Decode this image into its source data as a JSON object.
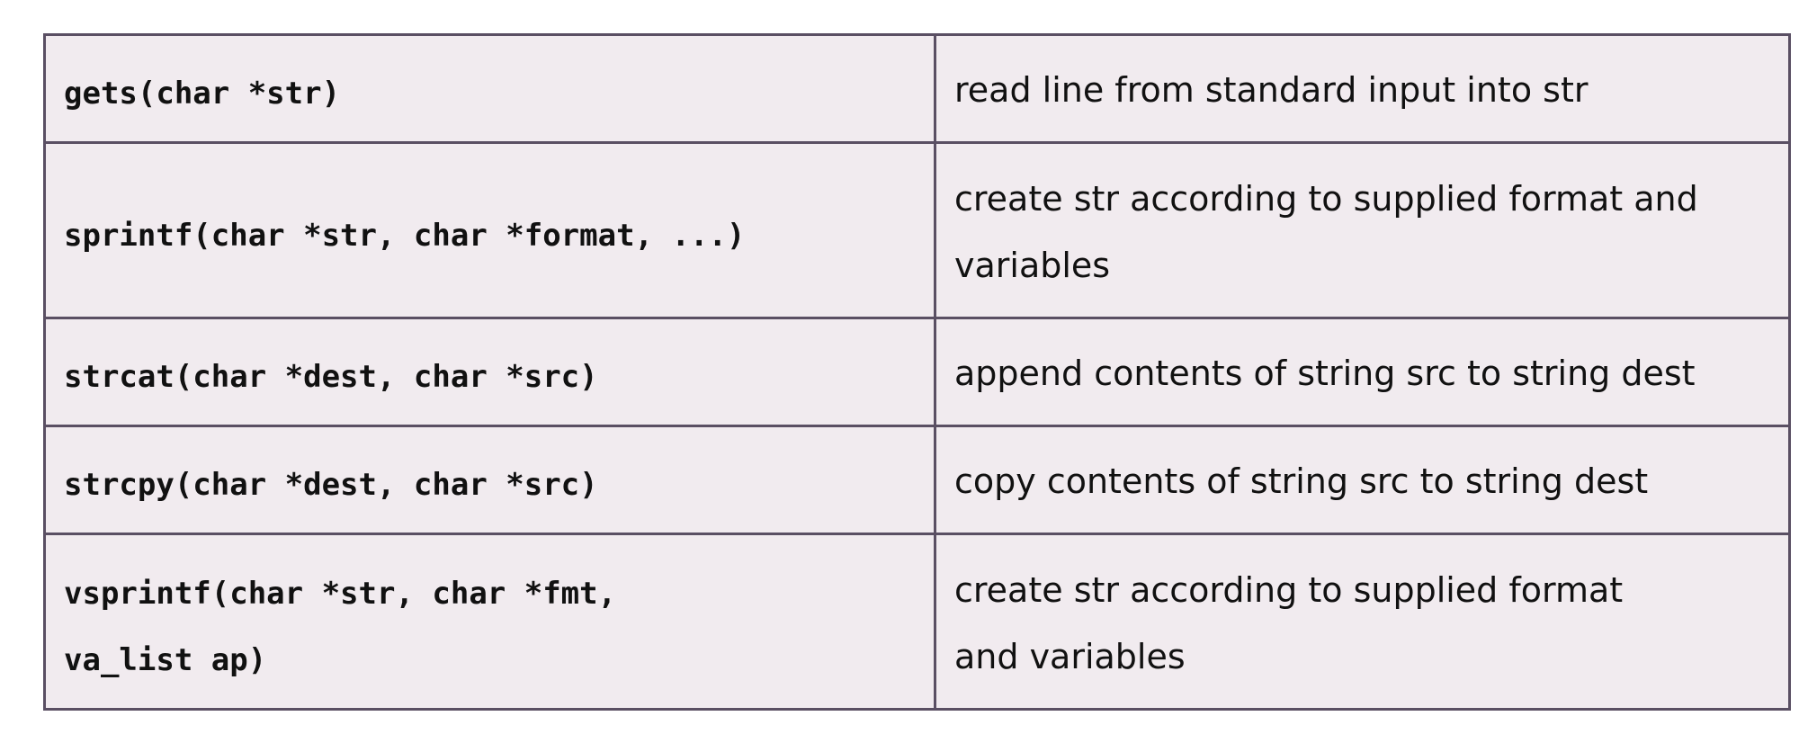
{
  "rows": [
    {
      "signature": "gets(char *str)",
      "description": "read line from standard input into str"
    },
    {
      "signature": "sprintf(char *str, char *format, ...)",
      "description": "create str according to supplied format and\nvariables"
    },
    {
      "signature": "strcat(char *dest, char *src)",
      "description": "append contents of string src to string dest"
    },
    {
      "signature": "strcpy(char *dest, char *src)",
      "description": "copy contents of string src to string dest"
    },
    {
      "signature": "vsprintf(char *str, char *fmt,\nva_list ap)",
      "description": "create str according to supplied format\nand variables"
    }
  ]
}
